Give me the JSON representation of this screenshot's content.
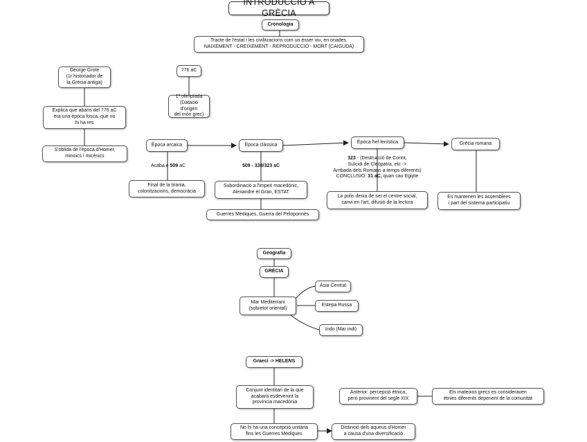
{
  "title": "INTRODUCCIÓ A GRÈCIA",
  "cronologia": {
    "heading": "Cronologia",
    "intro": "Tracte de l'estat i les civilitzacions com un ésser viu, en onades.\nNAIXEMENT - CREIXEMENT - REPRODUCCIÓ - MORT (CAIGUDA)",
    "grote": "George Grote\n(1r historiador de\nla Grècia antiga)",
    "grote_explains": "Explica que abans del 776 aC\nera una època fosca, que no\nhi ha res",
    "forgets": "S'oblida de l'època d'Homer,\nminoics i micènics",
    "year_776": "776 aC",
    "olympiad": "1ª olimpíada\n(Datació d'origen\ndel món grec)",
    "epoques": {
      "arcaica": "Època arcaica",
      "classica": "Època clàssica",
      "hellenistica": "Època hel·lenística",
      "romana": "Grècia romana"
    },
    "arcaica_end_pre": "Acaba e ",
    "arcaica_end_bold": "509",
    "arcaica_end_post": " aC",
    "arcaica_desc": "Final de la tirania,\ncolonitzacions, democràcia",
    "classica_dates": "509 - 338/323 aC",
    "classica_desc": "Subordinació a l'imperi macedònic,\nAlexandre el Gran, ESTAT",
    "classica_wars": "Guerres Mèdiques, Guerra del Peloponnès",
    "hell_line1_bold": "323",
    "hell_line1_rest": " - (Destrucció de Corint,",
    "hell_line2": "Suïcidi de Cleòpatra, etc ->",
    "hell_line3": "Arribada dels Romans a temps diferents)",
    "hell_line4_pre": "CONCLUSIÓ: ",
    "hell_line4_bold": "31 aC,",
    "hell_line4_post": " quan cau Egipte",
    "hell_desc": "La polis deixa de ser el centre social,\ncanvi en l'art, difusió de la lectura",
    "romana_desc": "Es mantenen les assemblees\ni part del sistema participatiu"
  },
  "geografia": {
    "heading": "Geografia",
    "grecia": "GRÈCIA",
    "mediterrani": "Mar Mediterrani\n(sobretot oriental)",
    "asia": "Àsia Central",
    "estepa": "Estepa Russa",
    "indo": "Indo (Mar indi)"
  },
  "graeci": {
    "heading": "Graeci -> HELENS",
    "conjunt": "Conjunt identitari de la que\nacabarà esdevenint la\nprovíncia macedònia",
    "no_hi_ha": "No hi ha una concepció unitària\nfins les Guerres Mèdiques",
    "distincio": "Distinció dels aqueus d'Homer\na causa d'una diversificació",
    "anterior": "Anterior: percepció ètnica,\nperò provinent del segle XIX",
    "mateixos": "Els mateixos grecs es consideraven\nètnies diferents depenent de la comunitat"
  }
}
